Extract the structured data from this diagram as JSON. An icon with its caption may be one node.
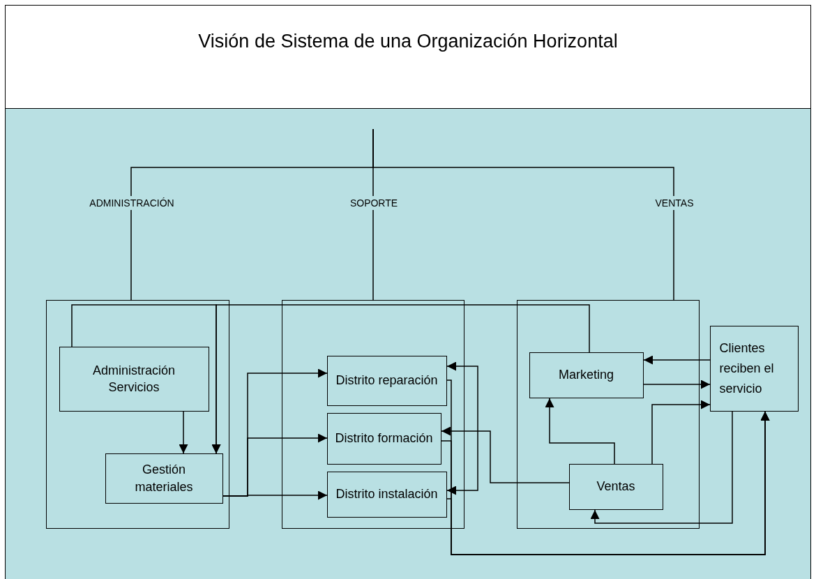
{
  "diagram": {
    "title": "Visión de Sistema de una Organización Horizontal",
    "nodes": [
      {
        "text": [
          "ADMINISTRACIÓN"
        ]
      },
      {
        "text": [
          "Administración Servicios"
        ],
        "in": 0
      },
      {
        "text": [
          "Gestión materiales"
        ],
        "in": 0
      },
      {
        "text": [
          "SOPORTE"
        ]
      },
      {
        "text": [
          "Distrito reparación"
        ],
        "in": 3
      },
      {
        "text": [
          "Distrito formación"
        ],
        "in": 3
      },
      {
        "text": [
          "Distrito instalación"
        ],
        "in": 3
      },
      {
        "text": [
          "VENTAS"
        ]
      },
      {
        "text": [
          "Marketing"
        ],
        "in": 7
      },
      {
        "text": [
          "Ventas"
        ],
        "in": 7
      },
      {
        "text": [
          "Clientes reciben el servicio"
        ]
      }
    ],
    "edges": [
      {
        "from": null,
        "to": 0,
        "arrow": "none"
      },
      {
        "from": null,
        "to": 3,
        "arrow": "none"
      },
      {
        "from": null,
        "to": 7,
        "arrow": "none"
      },
      {
        "from": 1,
        "to": 2,
        "arrow": "to"
      },
      {
        "from": 1,
        "to": 2,
        "arrow": "to"
      },
      {
        "from": 8,
        "to": 2,
        "arrow": "to"
      },
      {
        "from": 2,
        "to": 4,
        "arrow": "to"
      },
      {
        "from": 2,
        "to": 5,
        "arrow": "to"
      },
      {
        "from": 2,
        "to": 6,
        "arrow": "to"
      },
      {
        "from": 4,
        "to": 10,
        "arrow": "to"
      },
      {
        "from": 5,
        "to": 10,
        "arrow": "to"
      },
      {
        "from": 6,
        "to": 10,
        "arrow": "to"
      },
      {
        "from": 4,
        "to": 6,
        "arrow": "both"
      },
      {
        "from": 9,
        "to": 5,
        "arrow": "to"
      },
      {
        "from": 10,
        "to": 8,
        "arrow": "to"
      },
      {
        "from": 8,
        "to": 10,
        "arrow": "to"
      },
      {
        "from": 9,
        "to": 10,
        "arrow": "to"
      },
      {
        "from": 9,
        "to": 8,
        "arrow": "to"
      },
      {
        "from": 10,
        "to": 9,
        "arrow": "to"
      }
    ]
  }
}
